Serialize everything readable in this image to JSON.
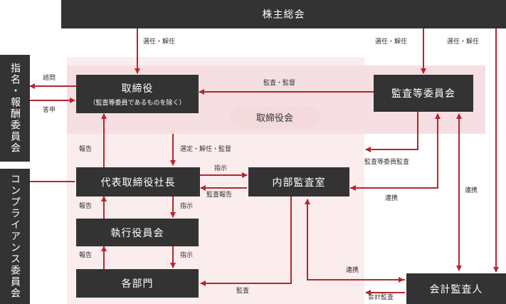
{
  "nodes": {
    "shareholders": "株主総会",
    "directors": "取締役",
    "directors_note": "（監査等委員であるものを除く）",
    "board": "取締役会",
    "audit_committee": "監査等委員会",
    "nomination_committee": "指名・報酬委員会",
    "compliance_committee": "コンプライアンス委員会",
    "president": "代表取締役社長",
    "internal_audit": "内部監査室",
    "executive_committee": "執行役員会",
    "departments": "各部門",
    "accounting_auditor": "会計監査人"
  },
  "labels": {
    "elect_dismiss_1": "選任・解任",
    "elect_dismiss_2": "選任・解任",
    "elect_dismiss_3": "選任・解任",
    "consult": "諮問",
    "report_back": "答申",
    "audit_supervise": "監査・監督",
    "select_dismiss_supervise": "選定・解任・監督",
    "audit_committee_audit": "監査等委員監査",
    "report_1": "報告",
    "instruct_1": "指示",
    "audit_report": "監査報告",
    "collab_1": "連携",
    "collab_2": "連携",
    "report_2": "報告",
    "instruct_2": "指示",
    "report_3": "報告",
    "instruct_3": "指示",
    "collab_3": "連携",
    "audit": "監査",
    "accounting_audit": "会計監査"
  },
  "colors": {
    "box": "#333333",
    "arrow": "#b5272f",
    "region_light": "#fbeced",
    "region_mid": "#f6dfe2"
  }
}
